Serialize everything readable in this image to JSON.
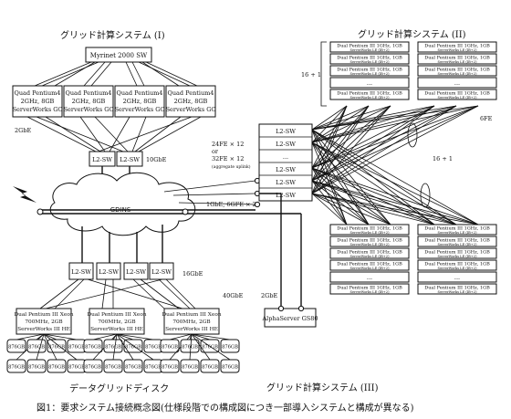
{
  "titles": {
    "grid_i": "グリッド計算システム (I)",
    "grid_ii": "グリッド計算システム (II)",
    "grid_iii": "グリッド計算システム (III)",
    "data_disk": "データグリッドディスク",
    "caption": "図1：要求システム接続概念図(仕様段階での構成図につき一部導入システムと構成が異なる)"
  },
  "myrinet": "Myrinet 2000 SW",
  "quad_nodes": [
    {
      "l1": "Quad Pentium4",
      "l2": "2GHz, 8GB",
      "l3": "ServerWorks GC"
    },
    {
      "l1": "Quad Pentium4",
      "l2": "2GHz, 8GB",
      "l3": "ServerWorks GC"
    },
    {
      "l1": "Quad Pentium4",
      "l2": "2GHz, 8GB",
      "l3": "ServerWorks GC"
    },
    {
      "l1": "Quad Pentium4",
      "l2": "2GHz, 8GB",
      "l3": "ServerWorks GC"
    }
  ],
  "labels": {
    "gbe2": "2GbE",
    "gbe10": "10GbE",
    "gbe16": "16GbE",
    "gbe40": "40GbE",
    "gbe2b": "2GbE",
    "fe_x12": "24FE × 12",
    "or": "or",
    "fe32": "32FE × 12",
    "fe_small": "(aggregate uplink)",
    "link_mid": "1GbE, 6GFE × 2",
    "sixteen_top": "16 + 1",
    "sixteen_mid": "16 + 1",
    "sixfe": "6FE",
    "gdnet": "GDINS"
  },
  "l2sw": "L2-SW",
  "stack_dots": "...",
  "alpha": "AlphaServer GS80",
  "dual_pentium": {
    "l1": "Dual Pentium III 1GHz, 1GB",
    "l2": "ServerWorks LE (IB+2)"
  },
  "xeon_nodes": [
    {
      "l1": "Dual Pentium III Xeon",
      "l2": "700MHz, 2GB",
      "l3": "ServerWorks III HE"
    },
    {
      "l1": "Dual Pentium III Xeon",
      "l2": "700MHz, 2GB",
      "l3": "ServerWorks III HE"
    },
    {
      "l1": "Dual Pentium III Xeon",
      "l2": "700MHz, 2GB",
      "l3": "ServerWorks III HE"
    }
  ],
  "disk_label": "876GB"
}
